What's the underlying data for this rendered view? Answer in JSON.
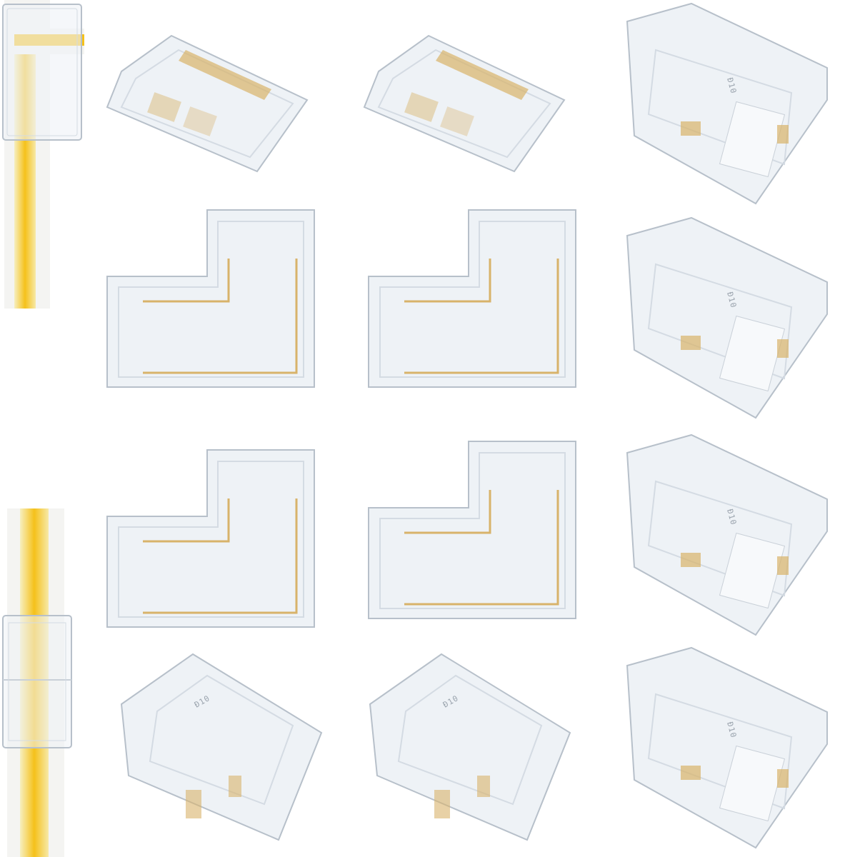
{
  "scene": {
    "background": "#ffffff",
    "subject": "clear LED strip connectors",
    "colors": {
      "clear_plastic": "#eef2f6",
      "plastic_edge": "#b7c0ca",
      "plastic_shadow": "#d4dbe3",
      "brass_contact": "#d8b36a",
      "led_yellow": "#f5c11a",
      "led_white": "#f4f4f2"
    }
  },
  "items": {
    "straight": {
      "count": 2,
      "icon": "straight-connector-icon"
    },
    "l_shape": {
      "count": 4,
      "icon": "l-connector-icon"
    },
    "gap_open": {
      "count": 6,
      "icon": "open-gap-connector-icon"
    },
    "strip_demo": {
      "count": 2,
      "icon": "led-strip-icon"
    }
  },
  "imprint_text": "Ð10"
}
